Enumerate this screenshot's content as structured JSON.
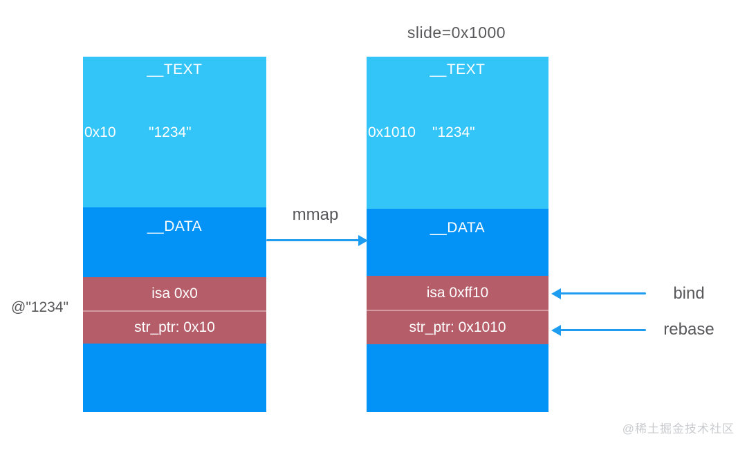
{
  "title": "slide=0x1000",
  "colors": {
    "text_segment": "#33C4F8",
    "data_segment": "#0392F6",
    "pointer_row": "#B55E6A",
    "row_divider": "#D49AA1",
    "arrow": "#1E9CF0",
    "annotation_text": "#58585B",
    "segment_text": "#FFFFFF",
    "watermark_text": "#C9CBCE"
  },
  "left_block": {
    "text_label": "__TEXT",
    "address": "0x10",
    "string_value": "\"1234\"",
    "data_label": "__DATA",
    "isa_row": "isa 0x0",
    "str_ptr_row": "str_ptr: 0x10"
  },
  "right_block": {
    "text_label": "__TEXT",
    "address": "0x1010",
    "string_value": "\"1234\"",
    "data_label": "__DATA",
    "isa_row": "isa 0xff10",
    "str_ptr_row": "str_ptr: 0x1010"
  },
  "annotations": {
    "mmap": "mmap",
    "bind": "bind",
    "rebase": "rebase",
    "object_ref": "@\"1234\""
  },
  "watermark": "@稀土掘金技术社区"
}
